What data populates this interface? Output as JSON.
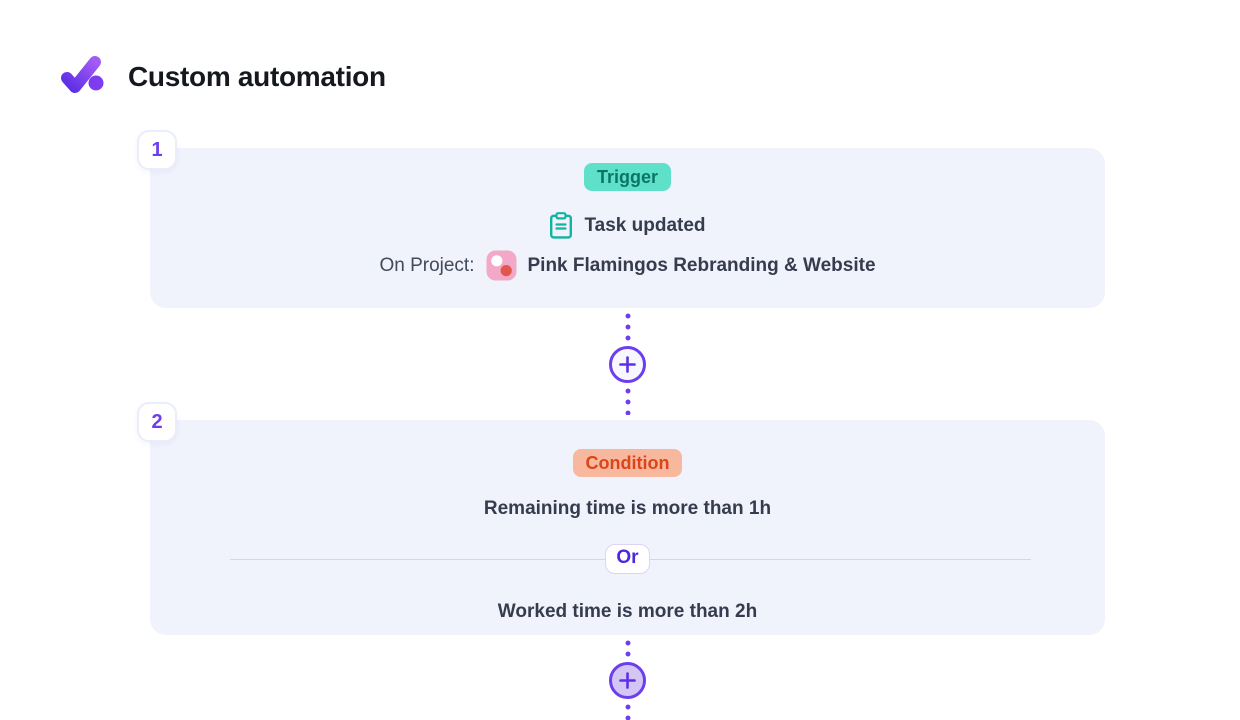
{
  "header": {
    "title": "Custom automation"
  },
  "icons": {
    "logo": "checkmark-logo",
    "event": "clipboard-icon",
    "project": "project-color-swatch-icon",
    "add": "plus-icon"
  },
  "steps": [
    {
      "number": "1",
      "badge": {
        "label": "Trigger"
      },
      "event": {
        "label": "Task updated"
      },
      "target": {
        "label": "On Project:",
        "name": "Pink Flamingos Rebranding & Website"
      }
    },
    {
      "number": "2",
      "badge": {
        "label": "Condition"
      },
      "conditions": [
        {
          "text": "Remaining time is more than",
          "value": "1h"
        },
        {
          "text": "Worked time is more than",
          "value": "2h"
        }
      ],
      "operator": "Or"
    }
  ],
  "colors": {
    "accent_purple": "#6D3DF0",
    "card_bg": "#F0F2FC",
    "trigger_badge_bg": "#5FE1C9",
    "trigger_badge_text": "#0B7568",
    "condition_badge_bg": "#F8B89E",
    "condition_badge_text": "#DC4419",
    "clipboard_icon": "#12B3A0",
    "project_icon_pink": "#F2A8C6",
    "project_icon_red": "#E2574D",
    "or_text": "#4D28DB",
    "divider_line": "#DBD2F2",
    "title_text": "#15181F",
    "body_text": "#353C4D"
  }
}
